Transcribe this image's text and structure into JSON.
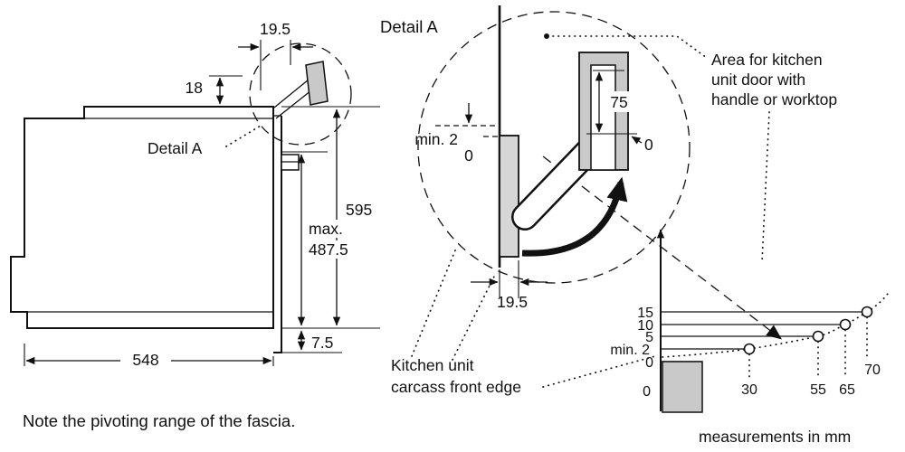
{
  "page": {
    "note": "Note the pivoting range of the fascia.",
    "units_note": "measurements in mm"
  },
  "left_view": {
    "detail_callout": "Detail A",
    "dims": {
      "top_gap": "19.5",
      "fascia_height": "18",
      "niche_height": "595",
      "max_label": "max.",
      "max_value": "487.5",
      "bottom_gap": "7.5",
      "depth": "548"
    }
  },
  "detail_view": {
    "title": "Detail A",
    "dims": {
      "min_gap": "min. 2",
      "zero_left": "0",
      "door_height": "75",
      "zero_right": "0",
      "fascia_offset": "19.5"
    }
  },
  "callouts": {
    "area": [
      "Area for kitchen",
      "unit door with",
      "handle or worktop"
    ],
    "carcass": [
      "Kitchen unit",
      "carcass front edge"
    ]
  },
  "graph": {
    "y_labels": [
      "15",
      "10",
      "5",
      "min. 2",
      "0"
    ],
    "x_labels": [
      "0",
      "30",
      "55",
      "65",
      "70"
    ]
  },
  "chart_data": {
    "type": "line",
    "title": "Clearance above fascia vs. distance from carcass front edge",
    "x": [
      0,
      30,
      55,
      65,
      70
    ],
    "y": [
      0,
      2,
      5,
      10,
      15
    ],
    "y_tick_labels": [
      "0",
      "min. 2",
      "5",
      "10",
      "15"
    ],
    "units": "mm"
  }
}
